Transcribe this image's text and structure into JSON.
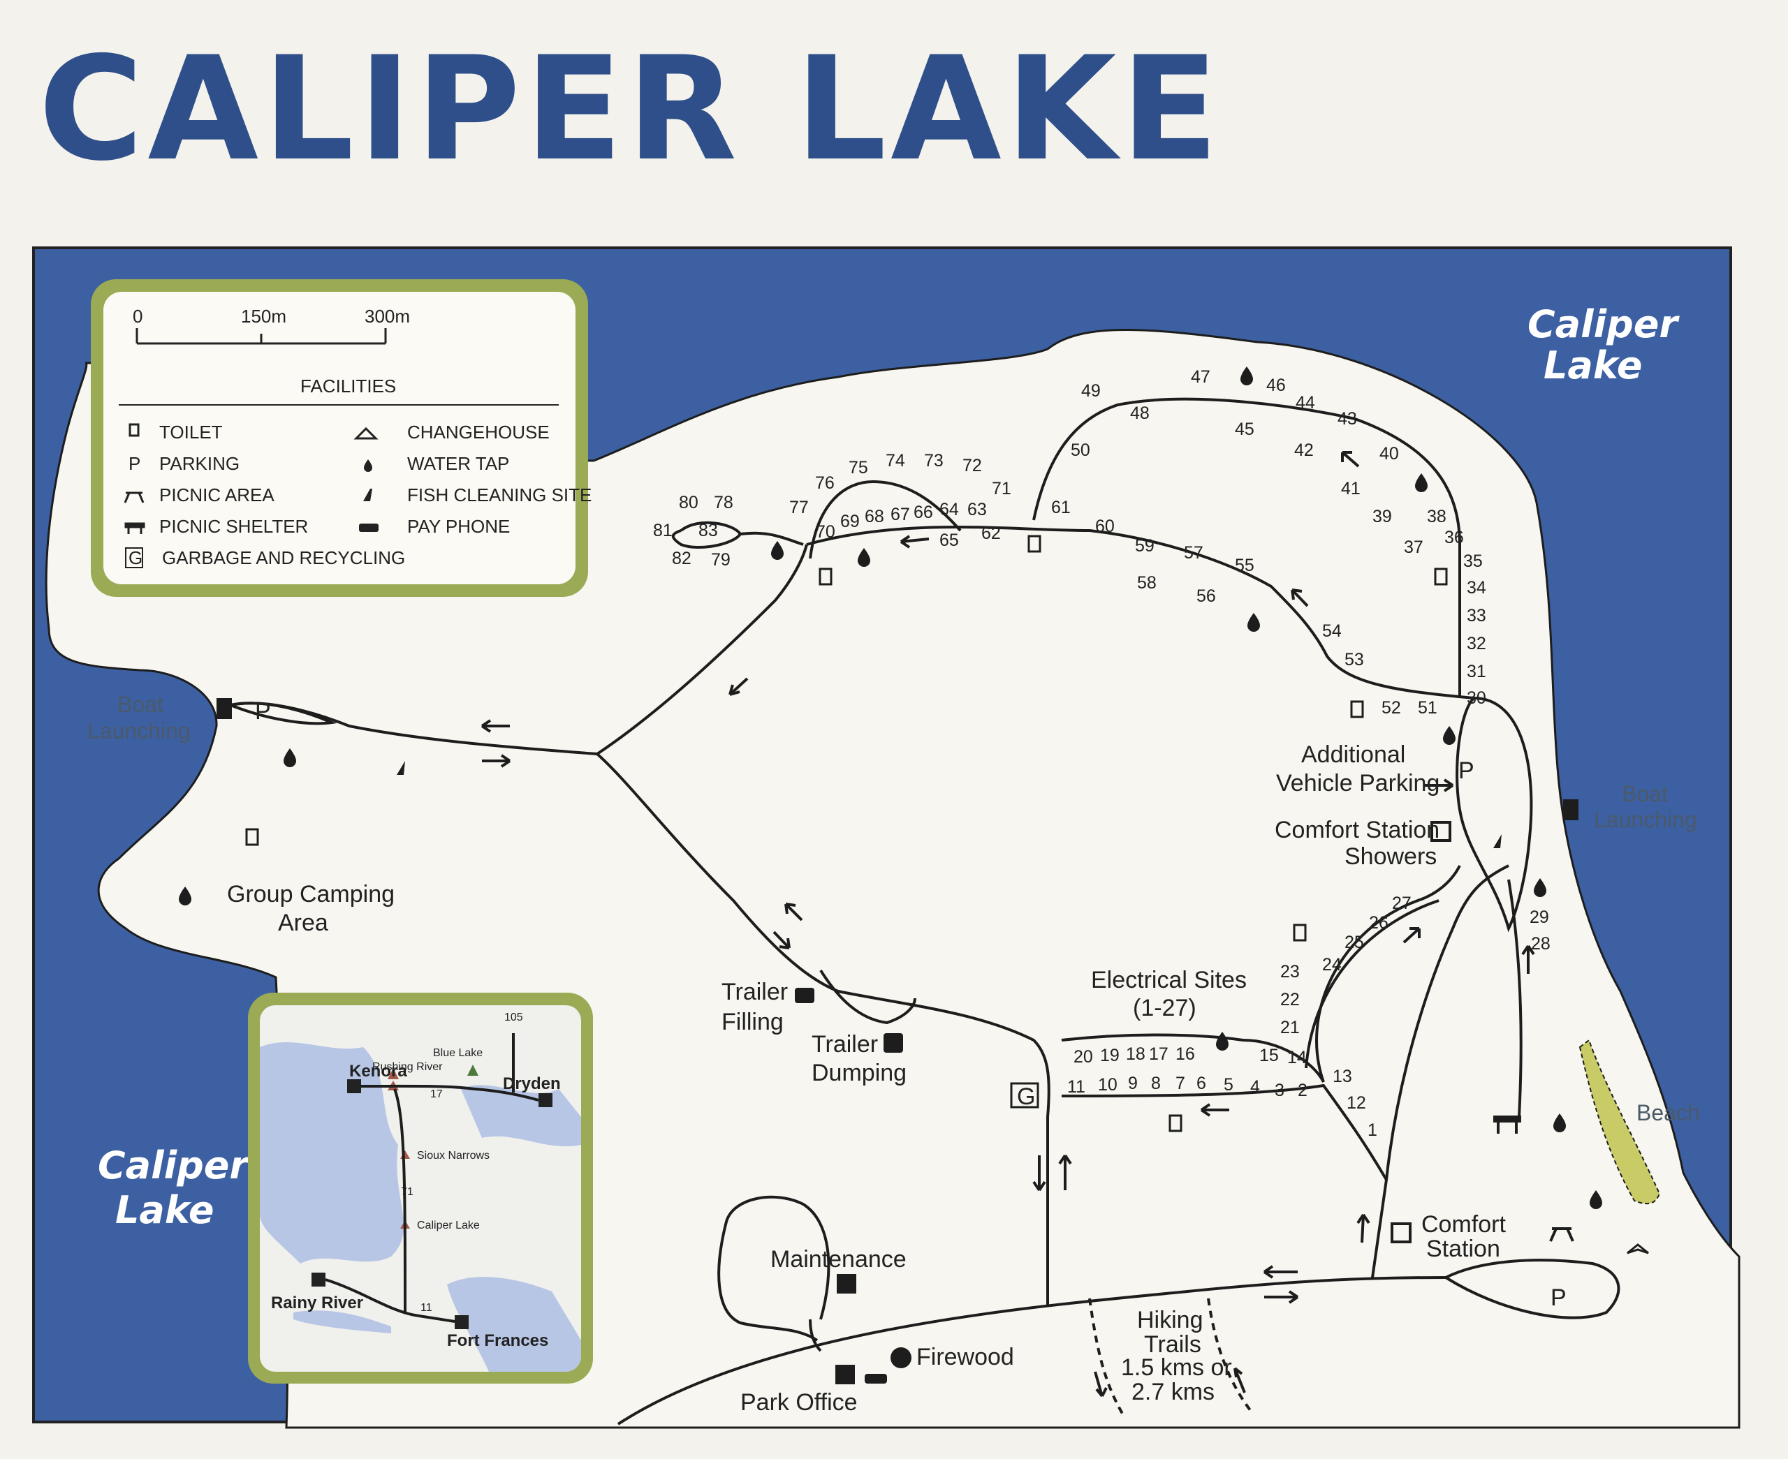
{
  "title": "CALIPER LAKE",
  "colors": {
    "water": "#3d60a3",
    "land": "#f7f6f0",
    "title": "#2f4f8a",
    "legend_border": "#9aaa55",
    "beach": "#c9cc66"
  },
  "legend": {
    "scale": [
      "0",
      "150m",
      "300m"
    ],
    "heading": "FACILITIES",
    "items": [
      {
        "icon": "toilet-icon",
        "label": "TOILET"
      },
      {
        "icon": "parking-icon",
        "symbol": "P",
        "label": "PARKING"
      },
      {
        "icon": "picnic-area-icon",
        "label": "PICNIC AREA"
      },
      {
        "icon": "picnic-shelter-icon",
        "label": "PICNIC SHELTER"
      },
      {
        "icon": "garbage-icon",
        "symbol": "G",
        "label": "GARBAGE AND RECYCLING"
      },
      {
        "icon": "changehouse-icon",
        "label": "CHANGEHOUSE"
      },
      {
        "icon": "water-tap-icon",
        "label": "WATER TAP"
      },
      {
        "icon": "fish-cleaning-icon",
        "label": "FISH CLEANING SITE"
      },
      {
        "icon": "pay-phone-icon",
        "label": "PAY PHONE"
      }
    ]
  },
  "lake_labels": [
    "Caliper",
    "Lake"
  ],
  "labels": {
    "boat_launching": [
      "Boat",
      "Launching"
    ],
    "group_camping": [
      "Group Camping",
      "Area"
    ],
    "trailer_filling": [
      "Trailer",
      "Filling"
    ],
    "trailer_dumping": [
      "Trailer",
      "Dumping"
    ],
    "electrical_sites": [
      "Electrical Sites",
      "(1-27)"
    ],
    "additional_parking": [
      "Additional",
      "Vehicle Parking"
    ],
    "comfort_station": "Comfort Station",
    "showers": "Showers",
    "comfort_station_2": [
      "Comfort",
      "Station"
    ],
    "maintenance": "Maintenance",
    "firewood": "Firewood",
    "park_office": "Park Office",
    "hiking": [
      "Hiking",
      "Trails",
      "1.5 kms or",
      "2.7 kms"
    ],
    "beach": "Beach",
    "parking": "P",
    "garbage": "G"
  },
  "sites": [
    "1",
    "2",
    "3",
    "4",
    "5",
    "6",
    "7",
    "8",
    "9",
    "10",
    "11",
    "12",
    "13",
    "14",
    "15",
    "16",
    "17",
    "18",
    "19",
    "20",
    "21",
    "22",
    "23",
    "24",
    "25",
    "26",
    "27",
    "28",
    "29",
    "30",
    "31",
    "32",
    "33",
    "34",
    "35",
    "36",
    "37",
    "38",
    "39",
    "40",
    "41",
    "42",
    "43",
    "44",
    "45",
    "46",
    "47",
    "48",
    "49",
    "50",
    "51",
    "52",
    "53",
    "54",
    "55",
    "56",
    "57",
    "58",
    "59",
    "60",
    "61",
    "62",
    "63",
    "64",
    "65",
    "66",
    "67",
    "68",
    "69",
    "70",
    "71",
    "72",
    "73",
    "74",
    "75",
    "76",
    "77",
    "78",
    "79",
    "80",
    "81",
    "82",
    "83"
  ],
  "inset": {
    "towns": [
      "Kenora",
      "Dryden",
      "Rainy River",
      "Fort Frances"
    ],
    "parks": [
      "Rushing River",
      "Blue Lake",
      "Sioux Narrows",
      "Caliper Lake"
    ],
    "highways": [
      "105",
      "17",
      "71",
      "11"
    ]
  }
}
